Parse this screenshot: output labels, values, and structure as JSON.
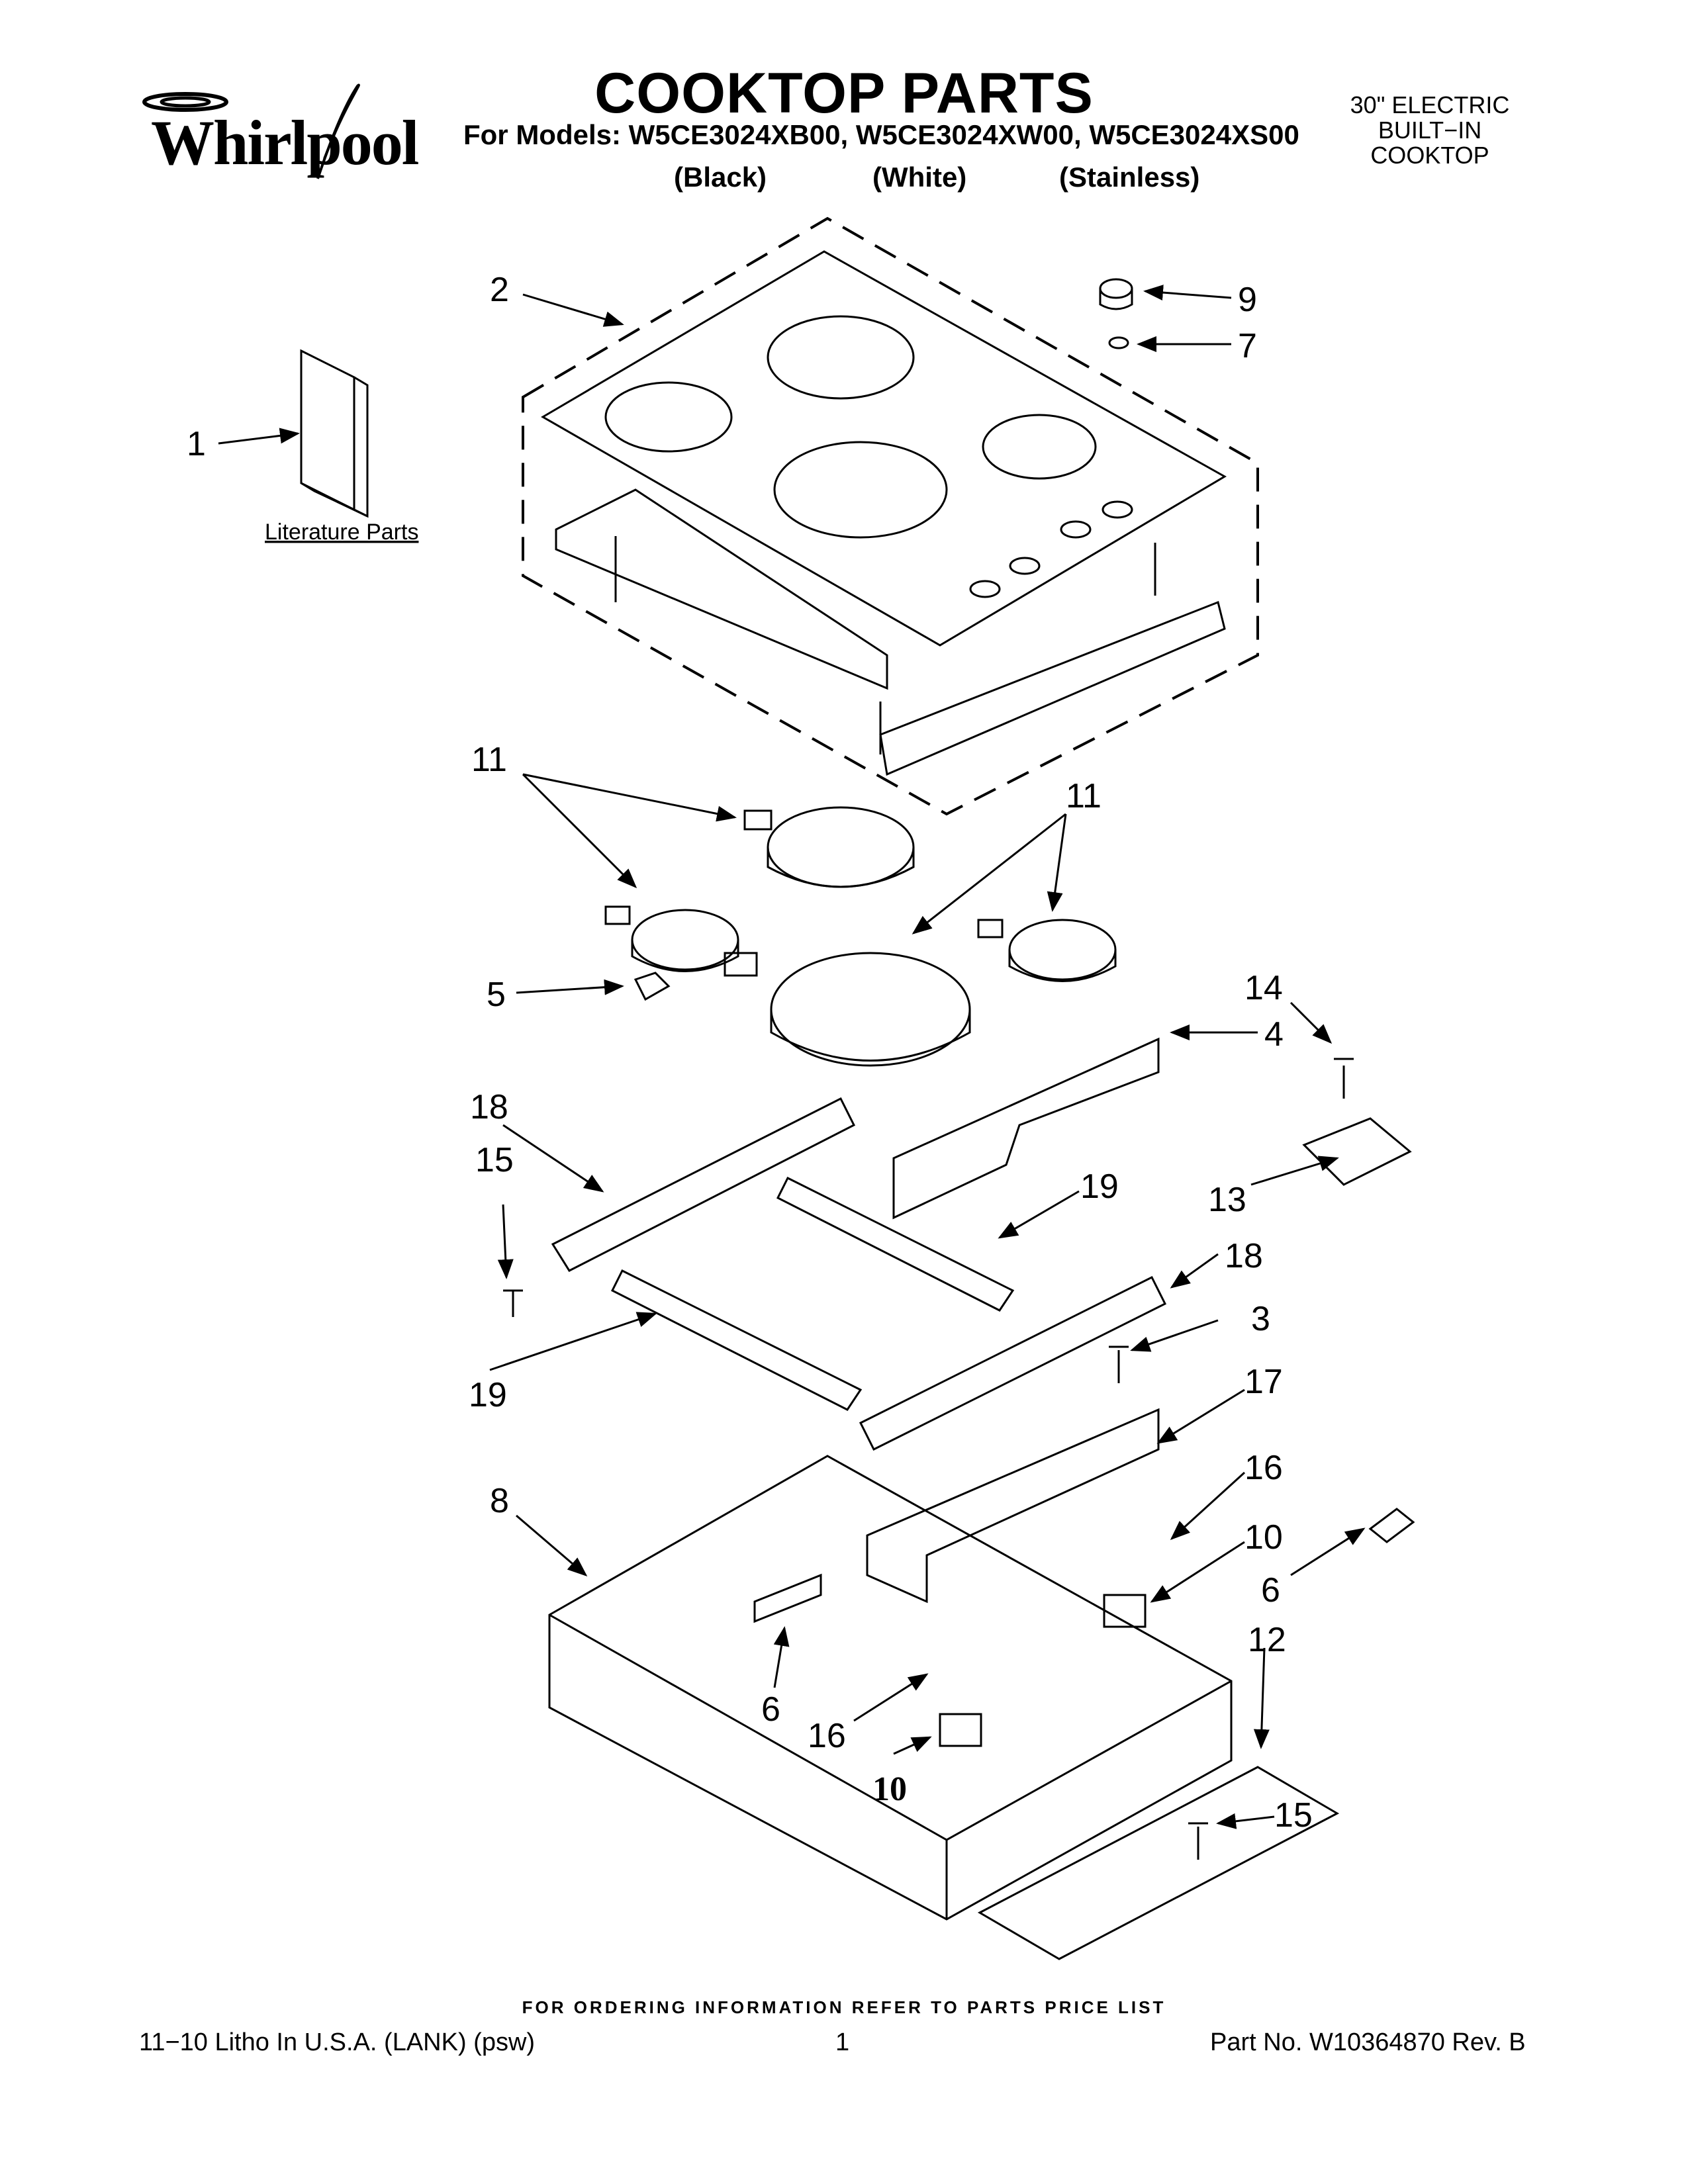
{
  "header": {
    "brand": "Whirlpool",
    "title": "COOKTOP PARTS",
    "models_line": "For Models: W5CE3024XB00, W5CE3024XW00, W5CE3024XS00",
    "finishes": [
      "(Black)",
      "(White)",
      "(Stainless)"
    ],
    "product_type": [
      "30\" ELECTRIC",
      "BUILT−IN",
      "COOKTOP"
    ]
  },
  "diagram": {
    "literature_label": "Literature Parts",
    "callouts": {
      "c1": "1",
      "c2": "2",
      "c3": "3",
      "c4": "4",
      "c5": "5",
      "c6a": "6",
      "c6b": "6",
      "c7": "7",
      "c8": "8",
      "c9": "9",
      "c10a": "10",
      "c10b": "10",
      "c11a": "11",
      "c11b": "11",
      "c12": "12",
      "c13": "13",
      "c14": "14",
      "c15a": "15",
      "c15b": "15",
      "c16a": "16",
      "c16b": "16",
      "c17": "17",
      "c18a": "18",
      "c18b": "18",
      "c19a": "19",
      "c19b": "19"
    }
  },
  "footer": {
    "ordering_note": "FOR ORDERING INFORMATION REFER TO PARTS PRICE LIST",
    "litho": "11−10 Litho In U.S.A. (LANK) (psw)",
    "page": "1",
    "part_no": "Part No. W10364870 Rev. B"
  }
}
